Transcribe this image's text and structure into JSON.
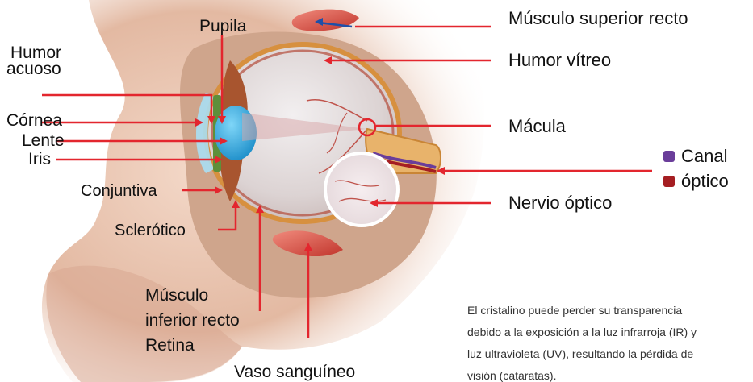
{
  "labels": {
    "pupil": "Pupila",
    "aqueous_line1": "Humor",
    "aqueous_line2": "acuoso",
    "cornea": "Córnea",
    "lens": "Lente",
    "iris": "Iris",
    "conjunctiva": "Conjuntiva",
    "sclera": "Sclerótico",
    "inferior_muscle_line1": "Músculo",
    "inferior_muscle_line2": "inferior recto",
    "retina": "Retina",
    "blood_vessel": "Vaso sanguíneo",
    "superior_muscle": "Músculo superior recto",
    "vitreous": "Humor vítreo",
    "macula": "Mácula",
    "optic_nerve": "Nervio óptico"
  },
  "legend": {
    "items": [
      {
        "label": "Canal",
        "color": "#6a3d9a"
      },
      {
        "label": "óptico",
        "color": "#a51e22"
      }
    ]
  },
  "caption": {
    "lines": [
      "El cristalino puede perder su transparencia",
      "debido a la exposición a la luz infrarroja (IR) y",
      "luz ultravioleta (UV), resultando la pérdida de",
      "visión (cataratas)."
    ]
  },
  "colors": {
    "pointer": "#e3262e",
    "skin": "#e7c1ad",
    "eyeball": "#e9e4e3",
    "cornea": "#3fb6e8",
    "muscle": "#d8473c",
    "nerve": "#e8b36b",
    "iris": "#5e8f3a"
  }
}
